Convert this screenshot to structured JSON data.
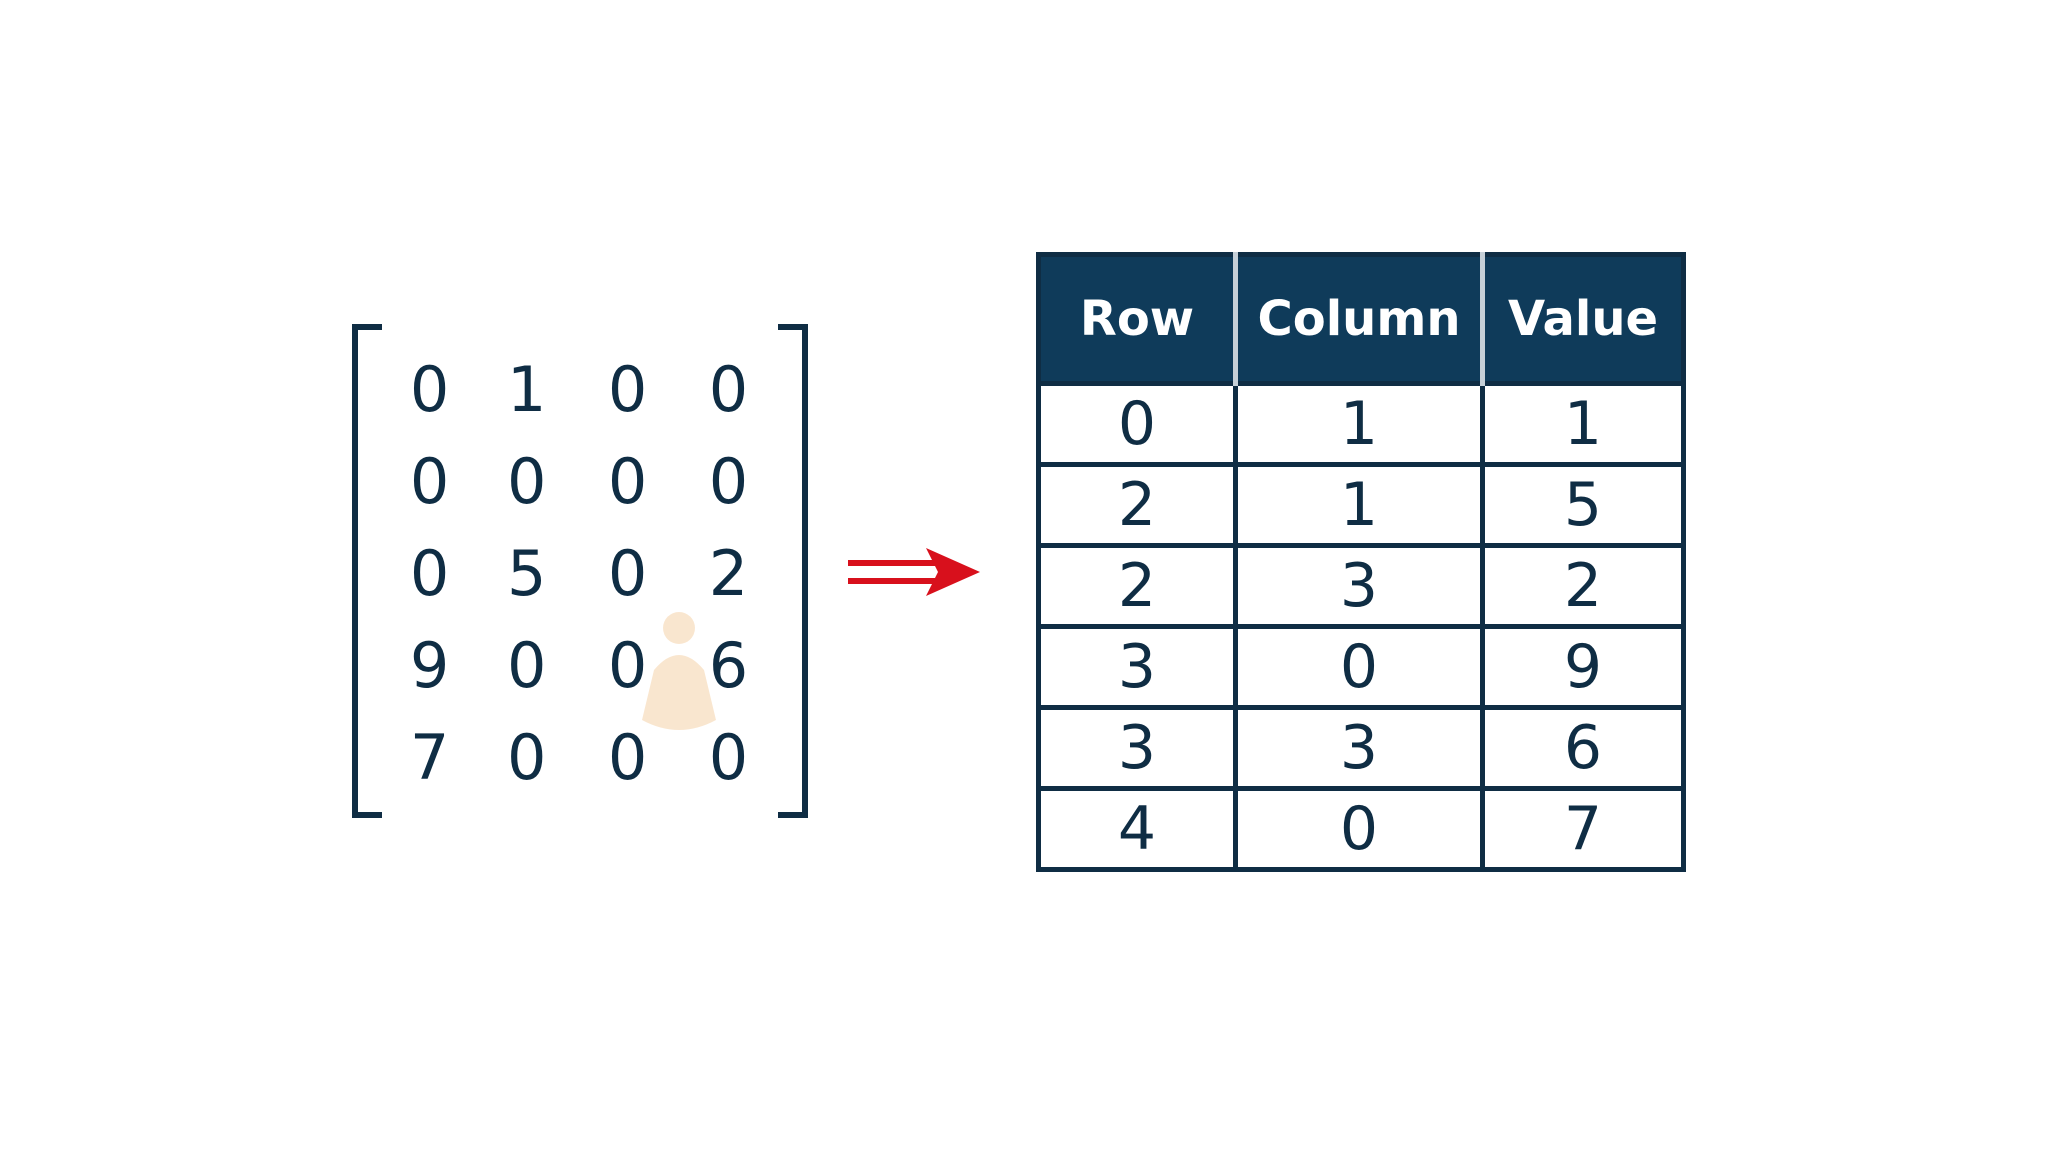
{
  "matrix": {
    "rows": [
      [
        "0",
        "1",
        "0",
        "0"
      ],
      [
        "0",
        "0",
        "0",
        "0"
      ],
      [
        "0",
        "5",
        "0",
        "2"
      ],
      [
        "9",
        "0",
        "0",
        "6"
      ],
      [
        "7",
        "0",
        "0",
        "0"
      ]
    ]
  },
  "arrow": {
    "icon": "double-arrow-right-icon",
    "color": "#d8101c"
  },
  "table": {
    "headers": {
      "row": "Row",
      "column": "Column",
      "value": "Value"
    },
    "rows": [
      [
        "0",
        "1",
        "1"
      ],
      [
        "2",
        "1",
        "5"
      ],
      [
        "2",
        "3",
        "2"
      ],
      [
        "3",
        "0",
        "9"
      ],
      [
        "3",
        "3",
        "6"
      ],
      [
        "4",
        "0",
        "7"
      ]
    ],
    "header_bg": "#0f3b5a",
    "border_color": "#0f2d44"
  }
}
